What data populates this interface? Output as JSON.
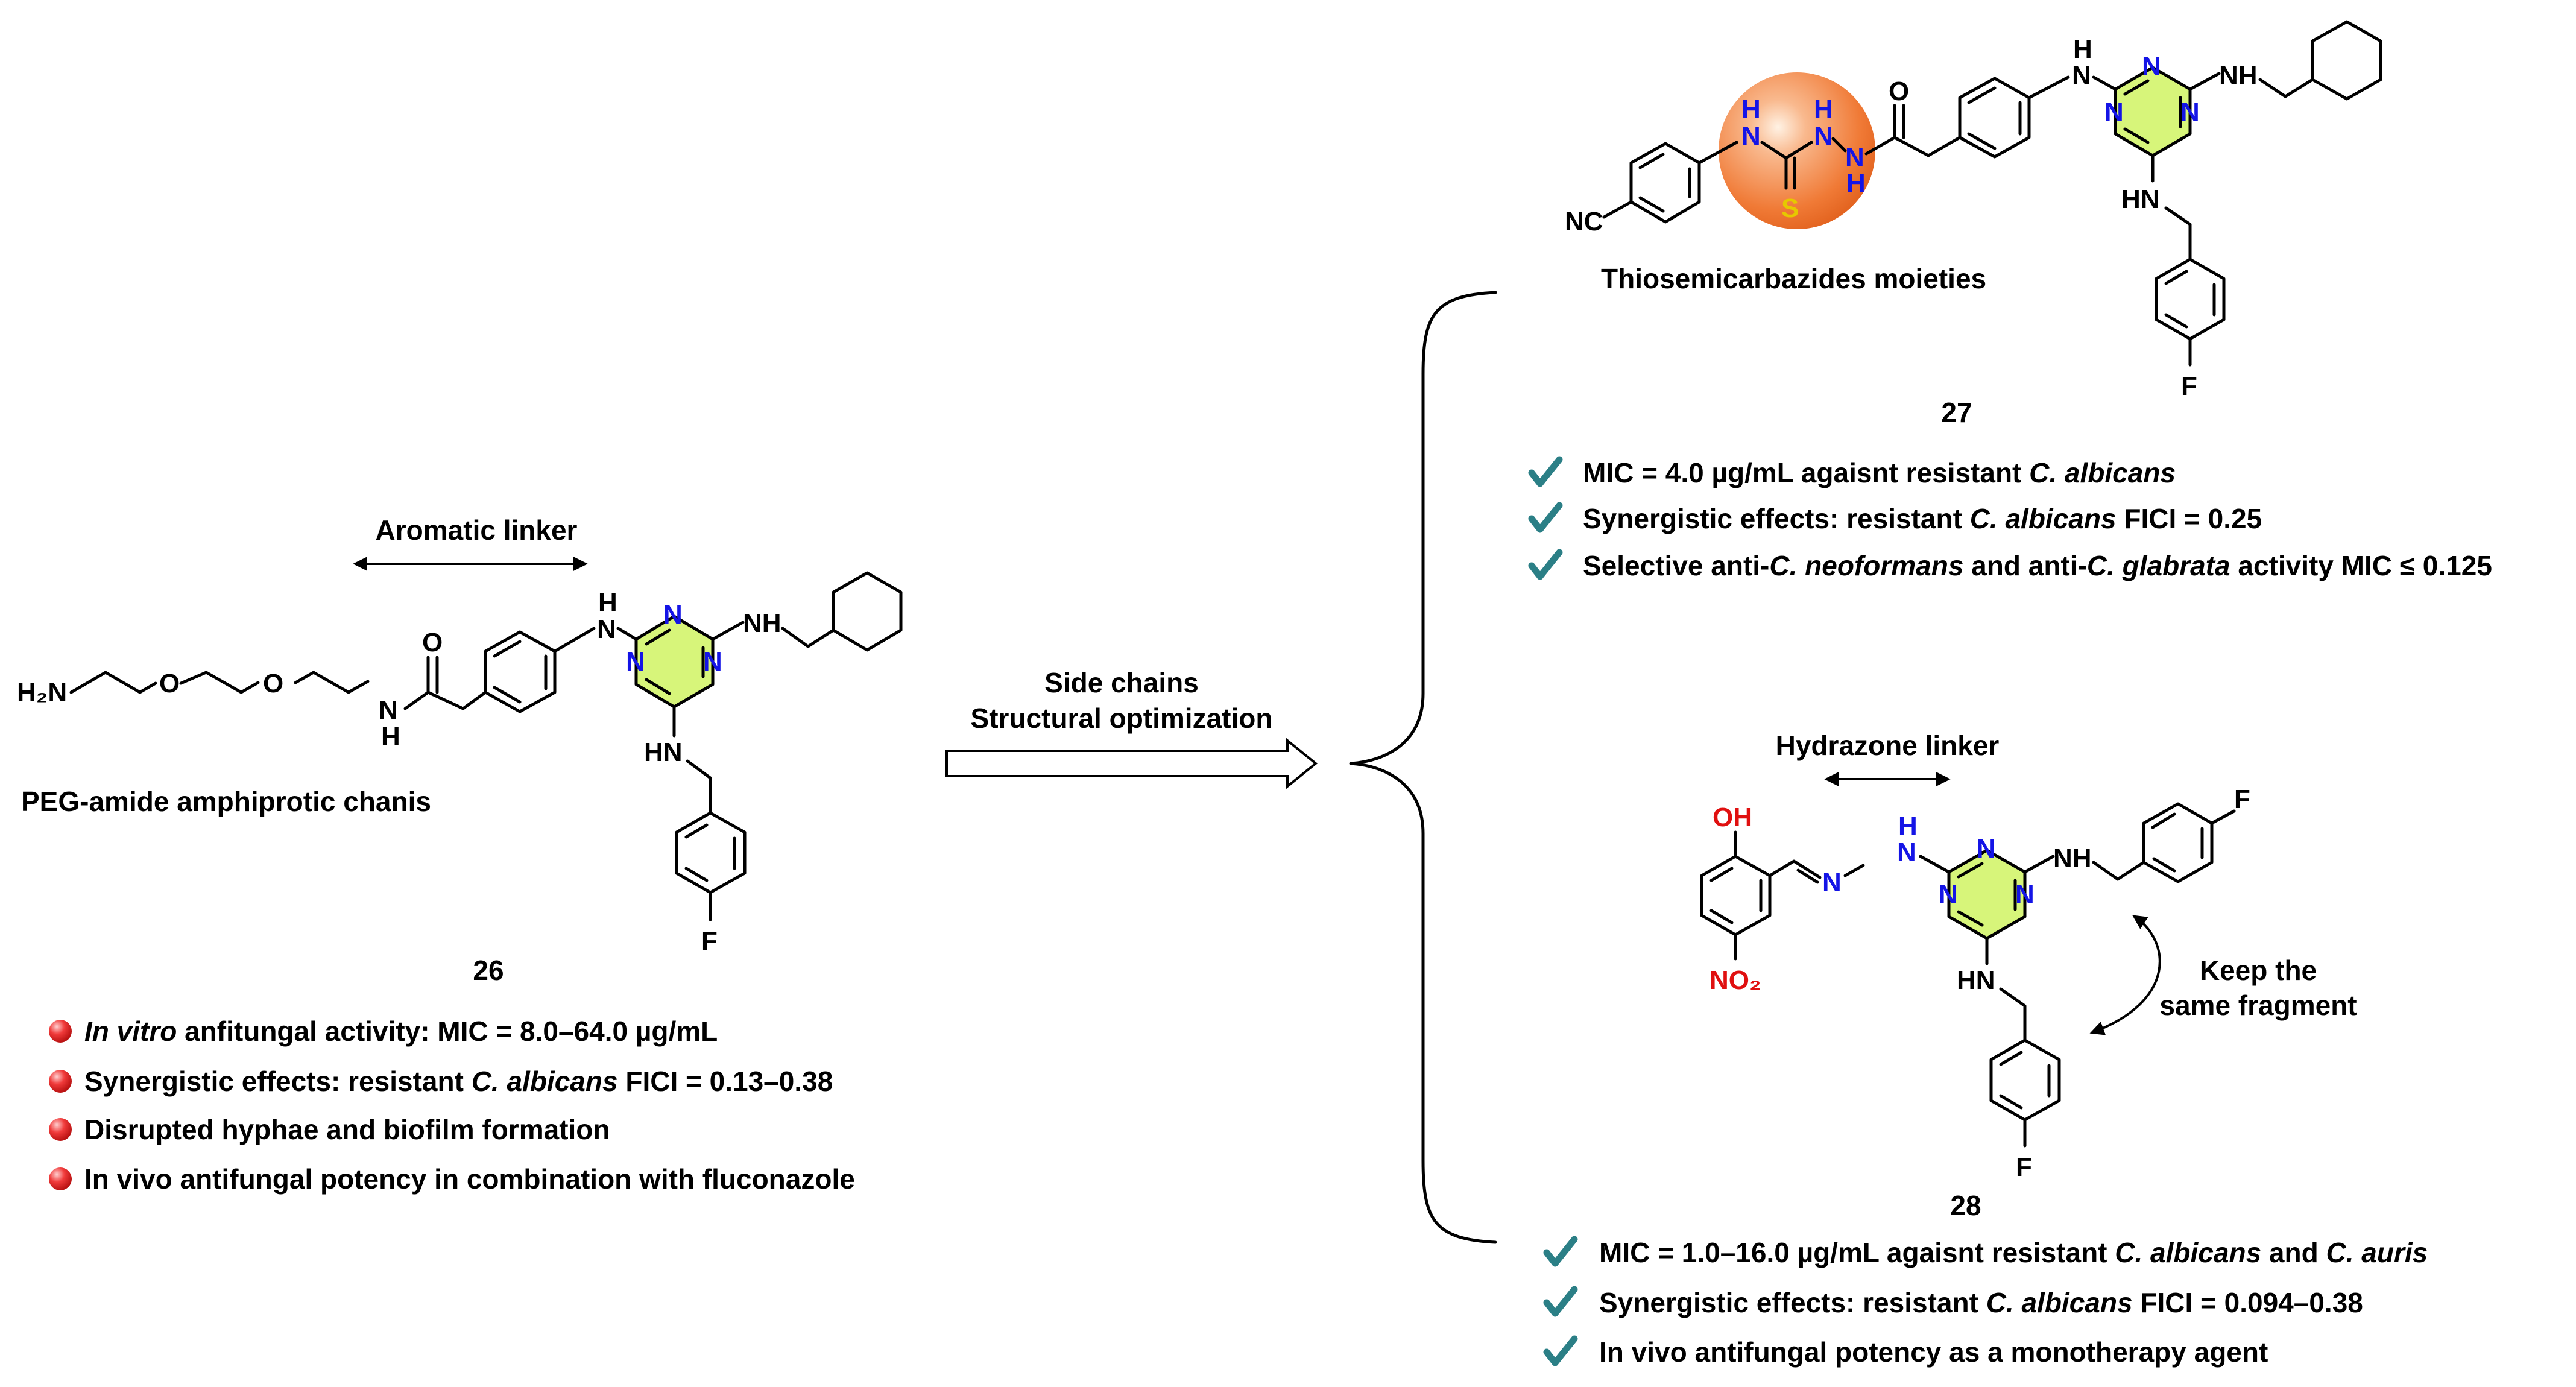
{
  "colors": {
    "triazine_fill": "#d7f57a",
    "sphere_fill": "#f58a4b",
    "check": "#2b7f86",
    "bullet": "#e22020",
    "heteroatom_blue": "#1414e6",
    "sulfur": "#e6c800",
    "oxygen_red": "#e01010"
  },
  "compound26": {
    "number": "26",
    "linker_label": "Aromatic linker",
    "chain_label": "PEG-amide amphiprotic chanis",
    "atoms": {
      "h2n": "H₂N",
      "o1": "O",
      "o2": "O",
      "carbonyl_o": "O",
      "amide_n": "N",
      "amide_h": "H",
      "nh_top_n": "N",
      "nh_top_h": "H",
      "ring_n1": "N",
      "ring_n2": "N",
      "ring_n3": "N",
      "nh_right": "NH",
      "hn_bottom": "HN",
      "fluorine": "F"
    },
    "bullets": [
      {
        "italic": "In vitro",
        "text": " anfitungal activity: MIC = 8.0–64.0 µg/mL"
      },
      {
        "pre": "Synergistic effects: resistant ",
        "italic": "C. albicans",
        "post": " FICI = 0.13–0.38"
      },
      {
        "text": "Disrupted hyphae and biofilm formation"
      },
      {
        "text": "In vivo antifungal potency in combination with fluconazole"
      }
    ]
  },
  "arrow": {
    "line1": "Side chains",
    "line2": "Structural optimization"
  },
  "compound27": {
    "number": "27",
    "moiety_label": "Thiosemicarbazides moieties",
    "atoms": {
      "nc": "NC",
      "h1": "H",
      "n1": "N",
      "s": "S",
      "h2": "H",
      "n2": "N",
      "n3": "N",
      "h3": "H",
      "carbonyl_o": "O",
      "nh_top_n": "N",
      "nh_top_h": "H",
      "ring_n1": "N",
      "ring_n2": "N",
      "ring_n3": "N",
      "nh_right": "NH",
      "hn_bottom": "HN",
      "fluorine": "F"
    },
    "bullets": [
      {
        "pre": "MIC = 4.0 µg/mL agaisnt resistant ",
        "italic": "C. albicans"
      },
      {
        "pre": "Synergistic effects: resistant ",
        "italic": "C. albicans",
        "post": " FICI = 0.25"
      },
      {
        "pre": "Selective anti-",
        "italic": "C. neoformans",
        "mid": " and anti-",
        "italic2": "C. glabrata",
        "post": " activity MIC ≤ 0.125"
      }
    ]
  },
  "compound28": {
    "number": "28",
    "linker_label": "Hydrazone linker",
    "keep_line1": "Keep the",
    "keep_line2": "same fragment",
    "atoms": {
      "oh": "OH",
      "no2": "NO₂",
      "n_imine": "N",
      "nh_n": "N",
      "nh_h": "H",
      "ring_n1": "N",
      "ring_n2": "N",
      "ring_n3": "N",
      "nh_right": "NH",
      "hn_bottom": "HN",
      "f_top": "F",
      "f_bottom": "F"
    },
    "bullets": [
      {
        "pre": "MIC = 1.0–16.0 µg/mL agaisnt resistant ",
        "italic": "C. albicans",
        "mid": " and ",
        "italic2": "C. auris"
      },
      {
        "pre": "Synergistic effects: resistant ",
        "italic": "C. albicans",
        "post": " FICI = 0.094–0.38"
      },
      {
        "text": "In vivo antifungal potency as a monotherapy agent"
      }
    ]
  }
}
